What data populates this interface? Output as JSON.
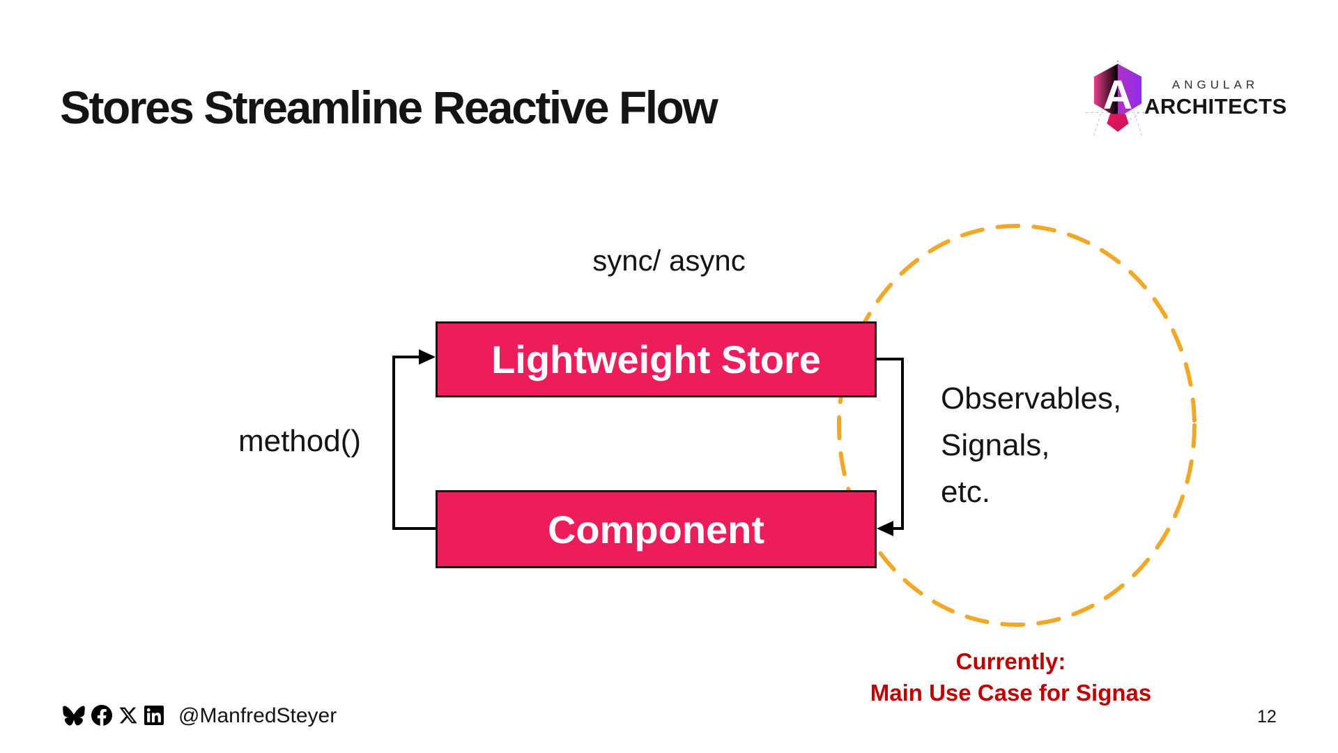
{
  "slide": {
    "title": "Stores Streamline Reactive Flow",
    "page_number": "12",
    "footer_handle": "@ManfredSteyer"
  },
  "logo": {
    "name": "angular-architects-logo",
    "line_top": "ANGULAR",
    "line_bottom": "ARCHITECTS"
  },
  "diagram": {
    "sync_label": "sync/ async",
    "method_label": "method()",
    "store_box_label": "Lightweight Store",
    "component_box_label": "Component",
    "side_note_lines": [
      "Observables,",
      "Signals,",
      "etc."
    ],
    "callout_line1": "Currently:",
    "callout_line2": "Main Use Case for Signas"
  },
  "icons": {
    "footer": [
      "bluesky-icon",
      "facebook-icon",
      "x-icon",
      "linkedin-icon"
    ]
  },
  "colors": {
    "box_pink": "#ED1C5A",
    "dash_yellow": "#F0A826",
    "callout_red": "#C00000",
    "arrow_black": "#000000"
  }
}
